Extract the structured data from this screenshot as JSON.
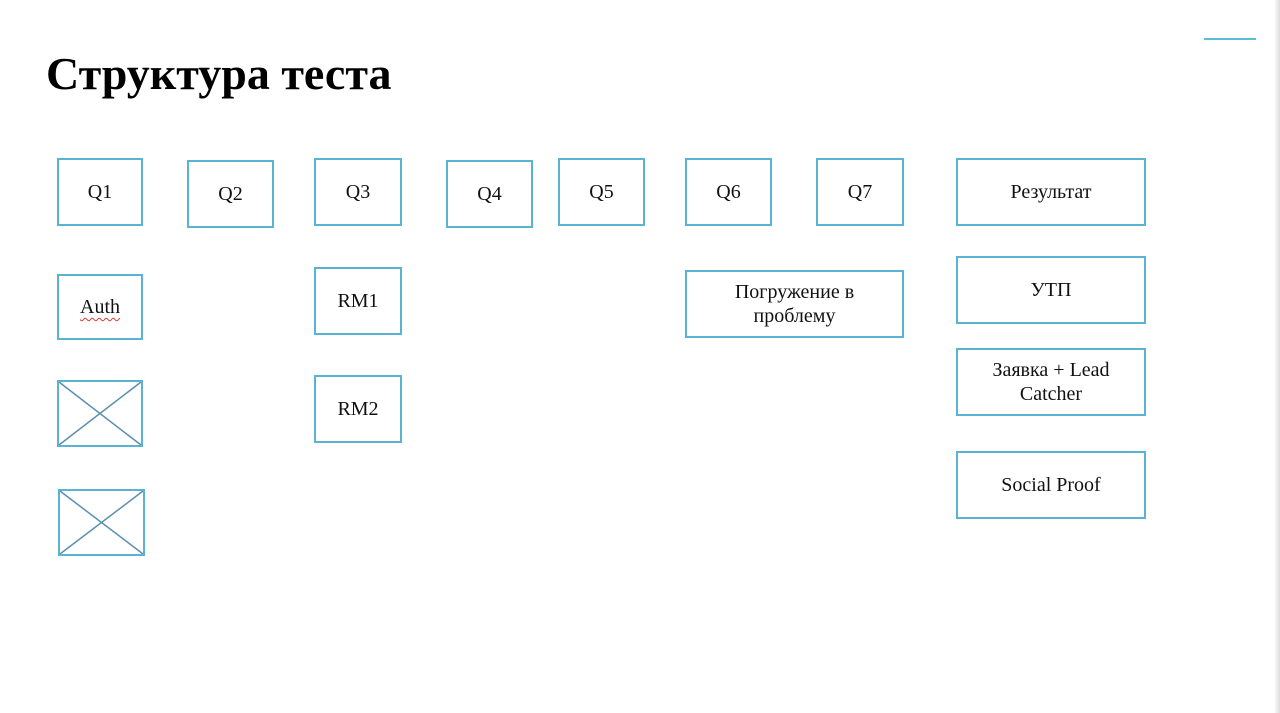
{
  "slide": {
    "title": "Структура теста"
  },
  "questions": [
    "Q1",
    "Q2",
    "Q3",
    "Q4",
    "Q5",
    "Q6",
    "Q7"
  ],
  "result_column": {
    "result": "Результат",
    "usp": "УТП",
    "lead": "Заявка + Lead Catcher",
    "social_proof": "Social Proof"
  },
  "blocks": {
    "auth": "Auth",
    "rm1": "RM1",
    "rm2": "RM2",
    "immersion": "Погружение в проблему"
  },
  "placeholders": [
    {
      "icon": "image-placeholder-icon"
    },
    {
      "icon": "image-placeholder-icon"
    }
  ],
  "colors": {
    "box_border": "#5bb3d3",
    "accent": "#5bbcd6",
    "text": "#111111"
  }
}
